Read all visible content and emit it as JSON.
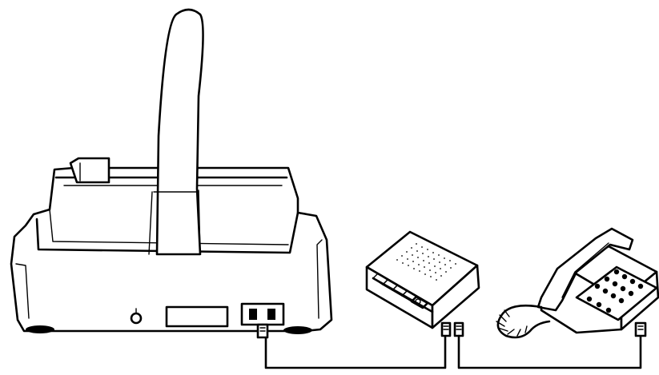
{
  "diagram": {
    "description_visible_text": [],
    "components": [
      {
        "id": "fax-machine",
        "icon": "fax-machine-icon"
      },
      {
        "id": "paper-support",
        "icon": "paper-support-icon"
      },
      {
        "id": "answering-machine",
        "icon": "answering-machine-icon"
      },
      {
        "id": "telephone",
        "icon": "telephone-icon"
      },
      {
        "id": "wall-jack",
        "icon": "modular-jack-icon"
      }
    ],
    "connections": [
      {
        "from": "fax-machine",
        "to": "answering-machine"
      },
      {
        "from": "answering-machine",
        "to": "telephone"
      }
    ],
    "colors": {
      "line": "#000000",
      "background": "#ffffff"
    }
  }
}
